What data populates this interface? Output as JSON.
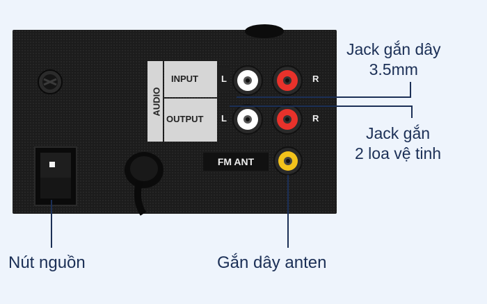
{
  "panel": {
    "audio_label": "AUDIO",
    "input_label": "INPUT",
    "output_label": "OUTPUT",
    "left": "L",
    "right": "R",
    "fm_ant": "FM ANT"
  },
  "callouts": {
    "jack_line_1": "Jack gắn dây",
    "jack_line_2": "3.5mm",
    "speaker_line_1": "Jack gắn",
    "speaker_line_2": "2 loa vệ tinh",
    "power_button": "Nút nguồn",
    "antenna": "Gắn dây anten"
  },
  "colors": {
    "background": "#eef4fc",
    "panel": "#1c1c1c",
    "label_plate": "#d6d6d6",
    "jack_white": "#ffffff",
    "jack_red": "#e8322b",
    "jack_yellow": "#f2c21b",
    "leader_line": "#1b2f56"
  }
}
